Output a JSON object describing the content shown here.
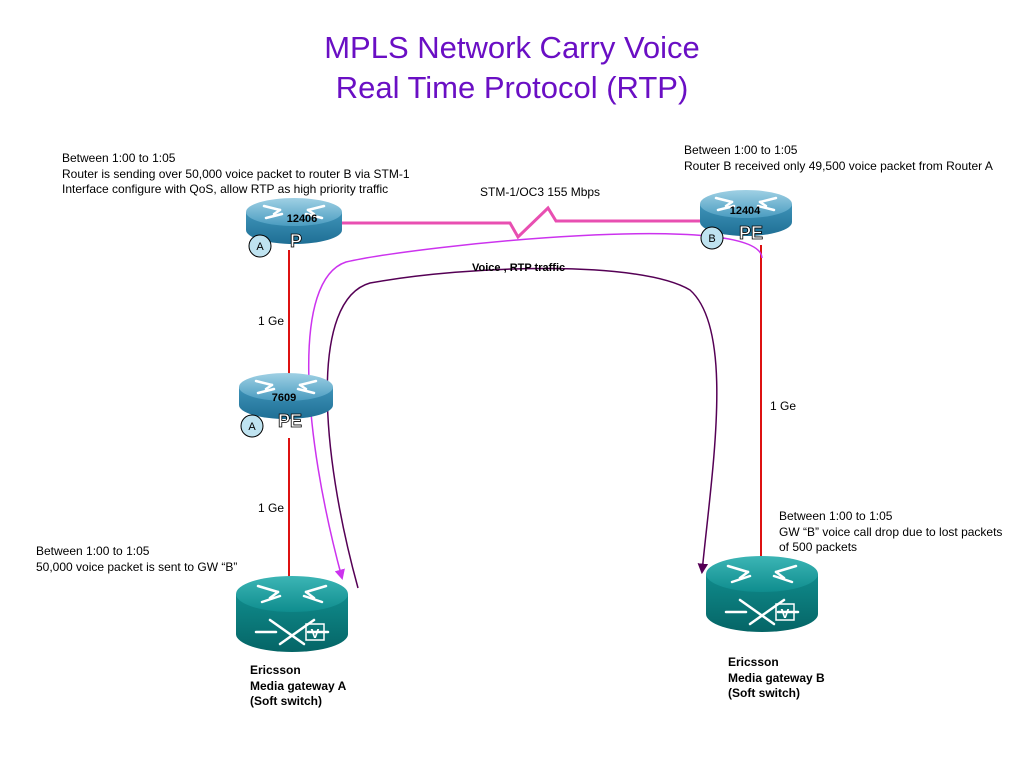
{
  "title": {
    "line1": "MPLS Network Carry Voice",
    "line2": "Real Time Protocol (RTP)"
  },
  "colors": {
    "title": "#6a0fc4",
    "wan_link": "#e84fb1",
    "ge_link": "#dd1111",
    "traffic_outer": "#cc33ee",
    "traffic_inner": "#550055",
    "router_body": "#3b8fb4",
    "gateway_body": "#0f8d8e",
    "badge_fill": "#bfe3f0"
  },
  "notes": {
    "router_a": [
      "Between 1:00 to 1:05",
      "Router is sending over 50,000 voice packet to router B via STM-1",
      "Interface configure with QoS,  allow RTP as high priority traffic"
    ],
    "router_b": [
      "Between 1:00 to 1:05",
      "Router B received only 49,500 voice packet from Router A"
    ],
    "gateway_a": [
      "Between 1:00 to 1:05",
      "50,000 voice packet is sent to GW “B”"
    ],
    "gateway_b": [
      "Between 1:00 to 1:05",
      "GW “B” voice call drop due to lost packets",
      "of 500 packets"
    ]
  },
  "links": {
    "wan": "STM-1/OC3 155 Mbps",
    "traffic": "Voice , RTP traffic",
    "ge_p_to_pe": "1 Ge",
    "ge_pe_to_gw_a": "1 Ge",
    "ge_pe_b_to_gw_b": "1 Ge"
  },
  "nodes": {
    "router_p": {
      "model": "12406",
      "role": "P",
      "badge": "A",
      "icon": "router-icon"
    },
    "router_pe_a": {
      "model": "7609",
      "role": "PE",
      "badge": "A",
      "icon": "router-icon"
    },
    "router_pe_b": {
      "model": "12404",
      "role": "PE",
      "badge": "B",
      "icon": "router-icon"
    },
    "gateway_a": {
      "label": [
        "Ericsson",
        "Media gateway A",
        "(Soft switch)"
      ],
      "glyph": "V",
      "icon": "voice-gateway-icon"
    },
    "gateway_b": {
      "label": [
        "Ericsson",
        "Media gateway B",
        "(Soft switch)"
      ],
      "glyph": "V",
      "icon": "voice-gateway-icon"
    }
  }
}
